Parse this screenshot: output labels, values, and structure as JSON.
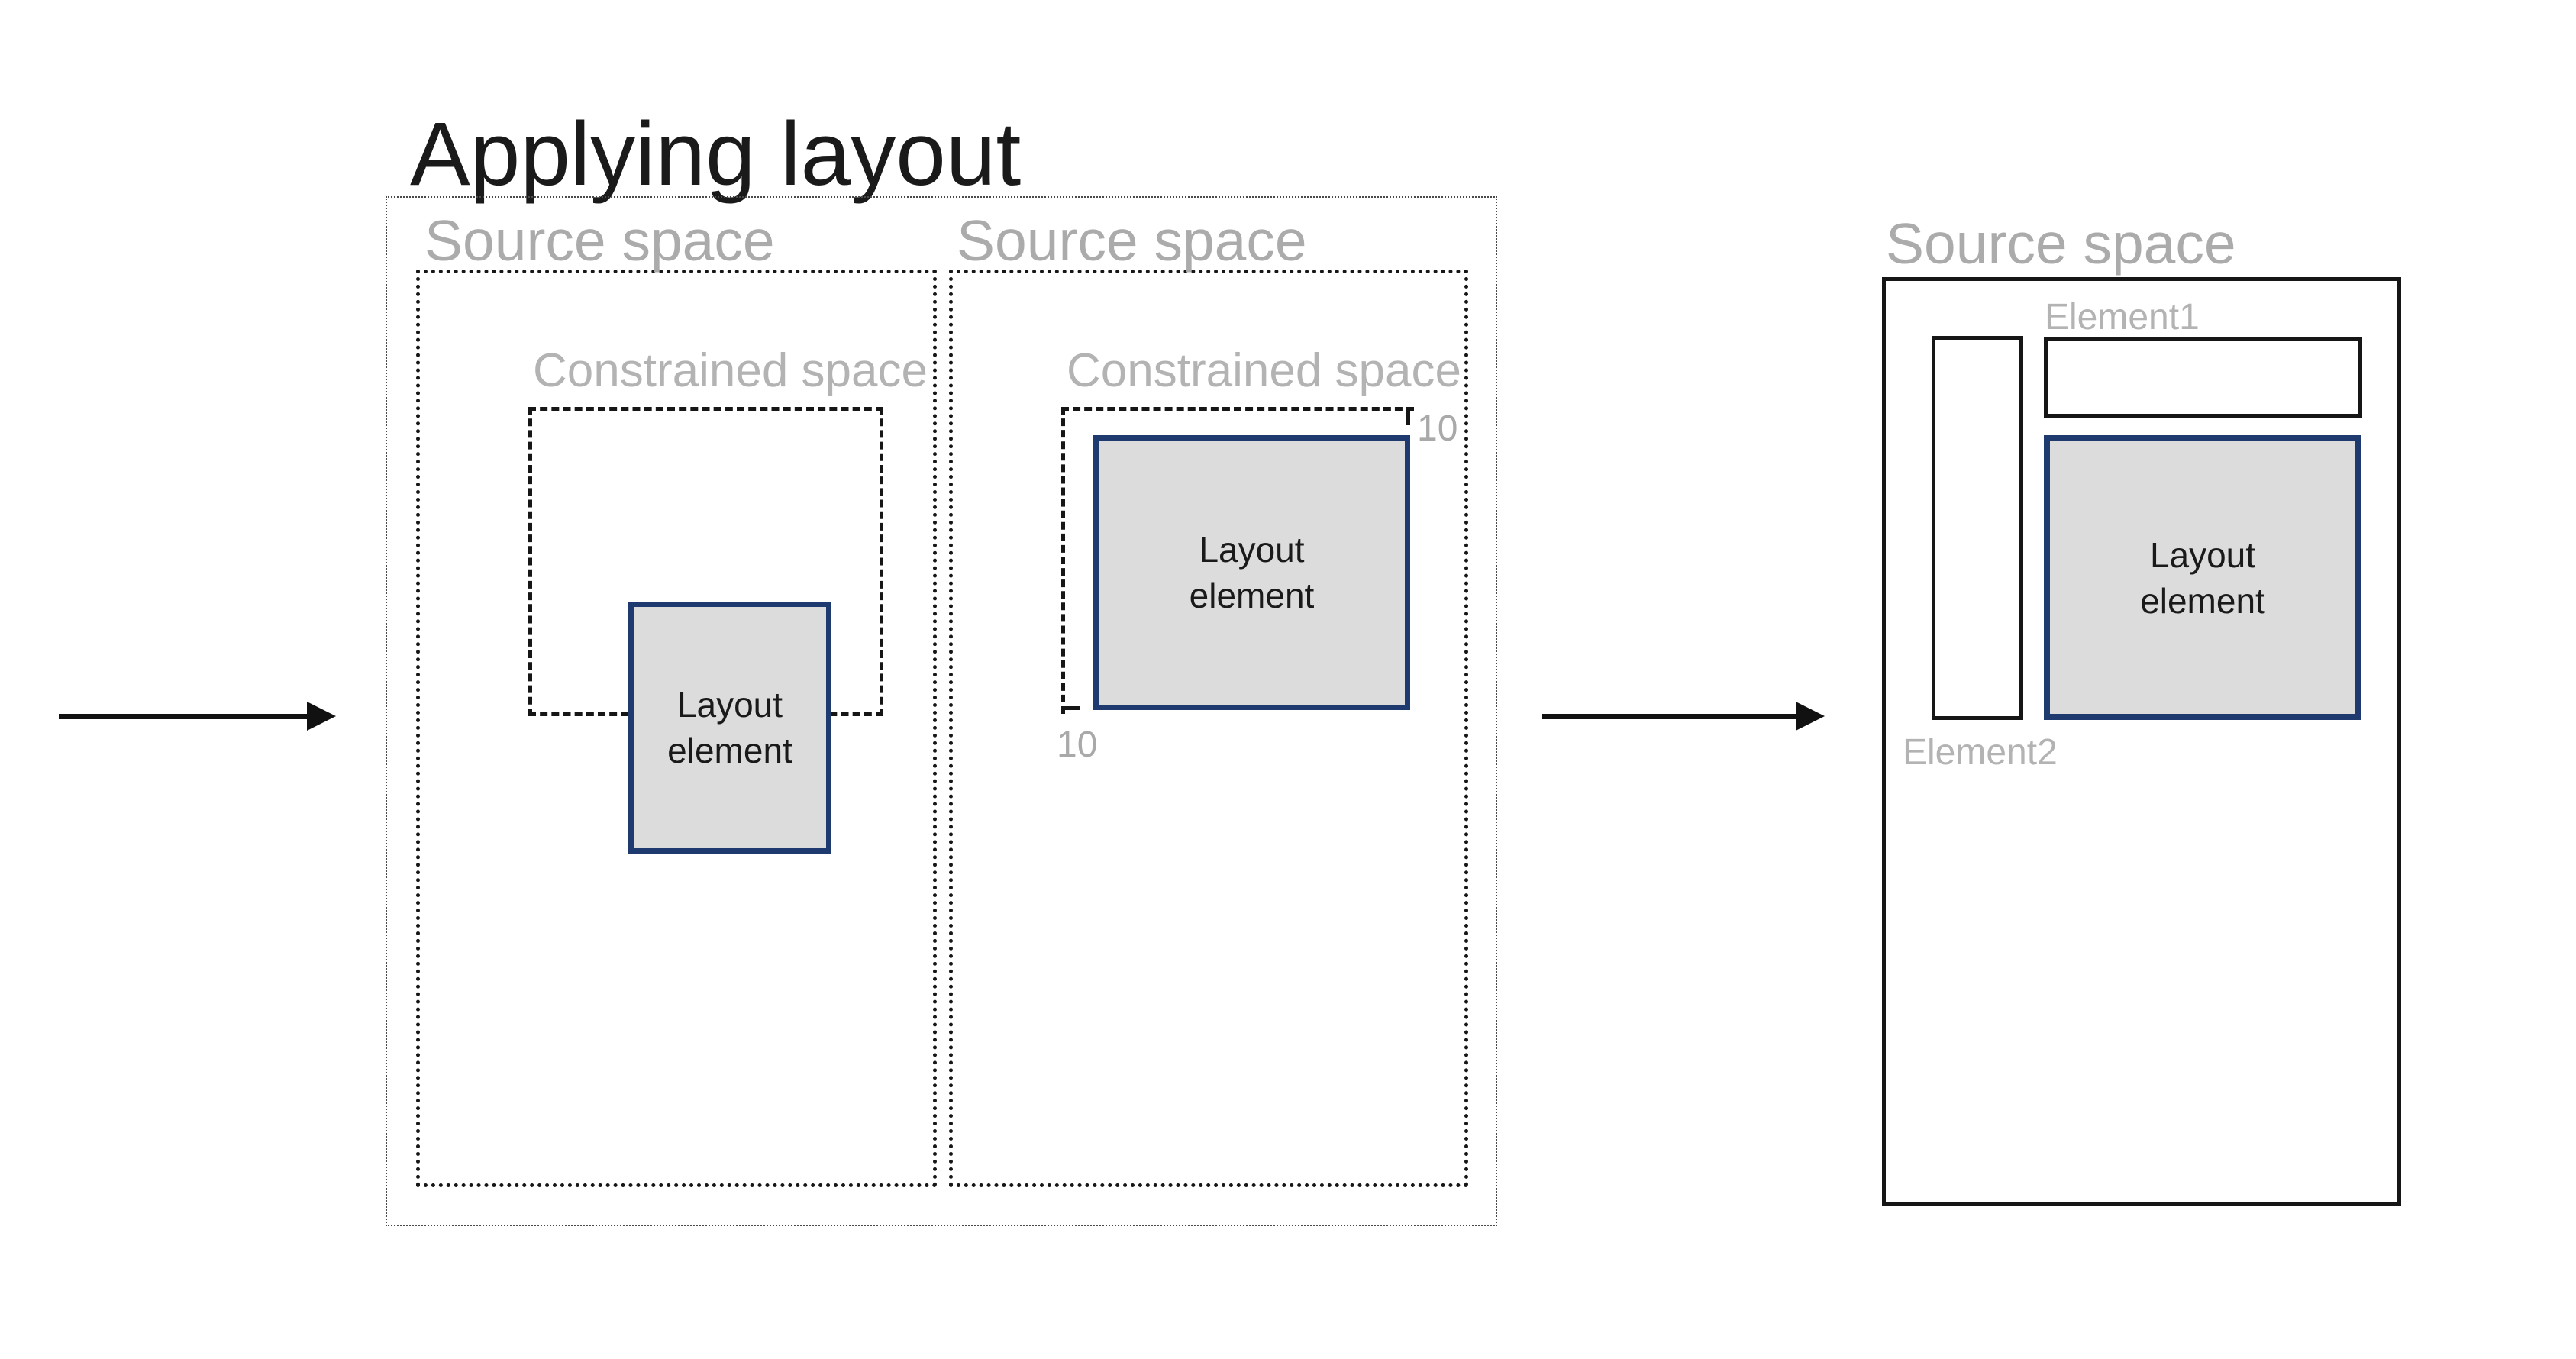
{
  "title": "Applying layout",
  "flow": {
    "source_group": {
      "panel_a": {
        "source_label": "Source space",
        "constrained_label": "Constrained space",
        "element_label": "Layout element"
      },
      "panel_b": {
        "source_label": "Source space",
        "constrained_label": "Constrained space",
        "element_label": "Layout element",
        "offset_top_right": "10",
        "offset_bottom_left": "10"
      }
    },
    "result_panel": {
      "source_label": "Source space",
      "element1_label": "Element1",
      "element2_label": "Element2",
      "element_label": "Layout element"
    }
  },
  "colors": {
    "element_fill": "#dcdcdc",
    "element_border": "#1e3a6e",
    "label_gray": "#ababab",
    "stroke_black": "#161616"
  }
}
